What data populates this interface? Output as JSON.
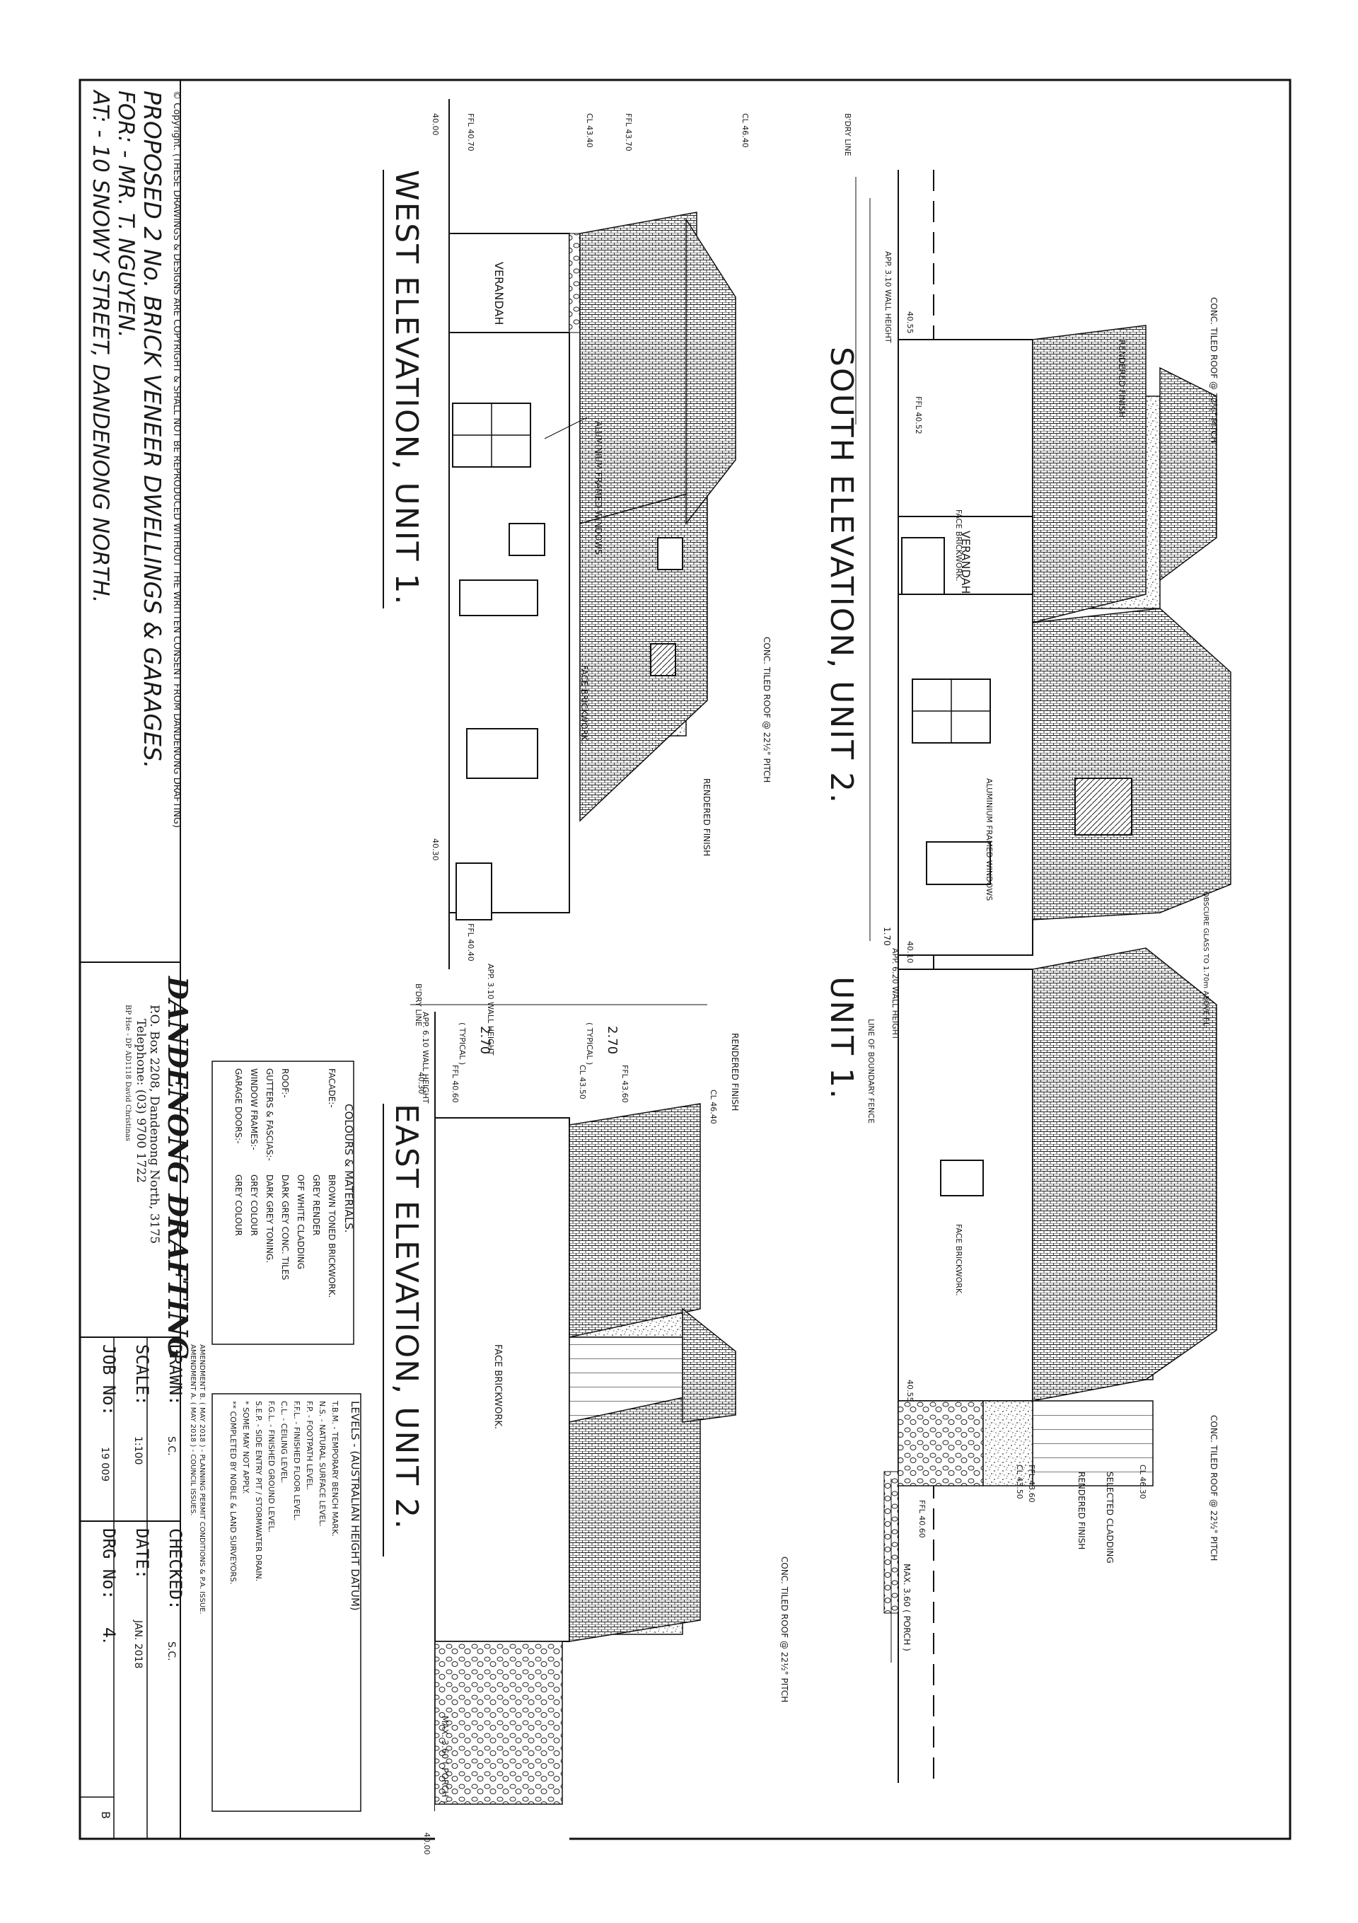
{
  "title_block": {
    "copyright": "© Copyright. (THESE DRAWINGS & DESIGNS ARE COPYRIGHT & SHALL NOT BE REPRODUCED WITHOUT THE WRITTEN CONSENT FROM DANDENONG DRAFTING)",
    "project_line1": "PROPOSED 2 No. BRICK VENEER DWELLINGS & GARAGES.",
    "project_line2": "FOR: - MR. T. NGUYEN.",
    "project_line3": "AT: - 10 SNOWY STREET, DANDENONG NORTH.",
    "firm_name": "DANDENONG DRAFTING",
    "firm_address": "P.O. Box 2208, Dandenong North, 3175",
    "firm_phone": "Telephone: (03) 9700 1722",
    "firm_reg": "BP Hse - DP AD1118 David Christinas",
    "drawn_label": "DRAWN:",
    "drawn_value": "S.C.",
    "checked_label": "CHECKED:",
    "checked_value": "S.C.",
    "scale_label": "SCALE:",
    "scale_value": "1:100",
    "date_label": "DATE:",
    "date_value": "JAN. 2018",
    "job_label": "JOB No:",
    "job_value": "19 009",
    "drg_label": "DRG No:",
    "drg_value": "4.",
    "rev_value": "B",
    "amend1": "AMENDMENT B. ( MAY 2018 ) - PLANNING PERMIT CONDITIONS & P.A. ISSUE.",
    "amend2": "AMENDMENT A. ( MAY 2018 ) - COUNCIL ISSUES."
  },
  "colours": {
    "heading": "COLOURS & MATERIALS.",
    "rows": [
      {
        "item": "FACADE:-",
        "value": "BROWN TONED BRICKWORK."
      },
      {
        "item": "",
        "value": "GREY RENDER"
      },
      {
        "item": "",
        "value": "OFF WHITE CLADDING"
      },
      {
        "item": "ROOF:-",
        "value": "DARK GREY CONC. TILES"
      },
      {
        "item": "GUTTERS & FASCIAS:-",
        "value": "DARK GREY TONING."
      },
      {
        "item": "WINDOW FRAMES:-",
        "value": "GREY COLOUR"
      },
      {
        "item": "GARAGE DOORS:-",
        "value": "GREY COLOUR"
      }
    ]
  },
  "levels": {
    "heading": "LEVELS - (AUSTRALIAN HEIGHT DATUM)",
    "rows": [
      "T.B.M. - TEMPORARY BENCH MARK.",
      "N.S. - NATURAL SURFACE LEVEL.",
      "F.P. - FOOTPATH LEVEL.",
      "F.F.L. - FINISHED FLOOR LEVEL.",
      "C.L. - CEILING LEVEL.",
      "F.G.L. - FINISHED GROUND LEVEL.",
      "S.E.P. - SIDE ENTRY PIT / STORMWATER DRAIN.",
      "* SOME MAY NOT APPLY.",
      "** COMPLETED BY NOBLE & LAND SURVEYORS."
    ]
  },
  "south": {
    "title": "SOUTH ELEVATION, UNIT 2.",
    "unit1": "UNIT 1.",
    "roof": "CONC. TILED ROOF @ 22½° PITCH",
    "roof2": "CONC. TILED ROOF @ 22½° PITCH",
    "render": "RENDERED FINISH",
    "veranda": "VERANDAH",
    "face_brick": "FACE BRICKWORK.",
    "face_brick2": "FACE BRICKWORK.",
    "alum": "ALUMINIUM FRAMED WINDOWS",
    "obscure": "OBSCURE GLASS TO 1.70m ABOVE F.L.",
    "boundary": "LINE OF BOUNDARY FENCE",
    "cladding": "SELECTED CLADDING",
    "render2": "RENDERED FINISH",
    "bdry": "B'DRY LINE",
    "wall310": "APP. 3.10 WALL HEIGHT",
    "wall620": "APP. 6.20 WALL HEIGHT",
    "dim170": "1.70",
    "porch": "MAX. 3.60 ( PORCH )",
    "ffl1": "FFL 40.52",
    "lvl1": "40.55",
    "lvl2": "40.10",
    "lvl3": "40.55",
    "cl": "CL 46.30",
    "ffl2": "FFL 43.60",
    "ffl3": "CL 43.50",
    "ffl4": "FFL 40.60"
  },
  "west": {
    "title": "WEST ELEVATION, UNIT 1.",
    "roof": "CONC. TILED ROOF @ 22½° PITCH",
    "render": "RENDERED FINISH",
    "veranda": "VERANDAH",
    "alum": "ALUMINIUM FRAMED WINDOWS",
    "face_brick": "FACE BRICKWORK.",
    "bdry": "B'DRY LINE",
    "wall310": "APP. 3.10 WALL HEIGHT",
    "cl1": "CL 46.40",
    "ffl1": "FFL 43.70",
    "cl2": "CL 43.40",
    "ffl2": "FFL 40.70",
    "lvl1": "40.00",
    "lvl2": "40.30",
    "ffl3": "FFL 40.40"
  },
  "east": {
    "title": "EAST ELEVATION, UNIT 2.",
    "roof": "CONC. TILED ROOF @ 22½° PITCH",
    "render": "RENDERED FINISH",
    "face_brick": "FACE BRICKWORK.",
    "wall60": "APP. 6.10 WALL HEIGHT",
    "dim1": "2.70",
    "dim1b": "( TYPICAL )",
    "dim2": "2.70",
    "dim2b": "( TYPICAL )",
    "cl1": "CL 46.40",
    "ffl1": "FFL 43.60",
    "cl2": "CL 43.50",
    "ffl2": "FFL 40.60",
    "lvl1": "40.30",
    "lvl2": "40.00",
    "porch": "MAX. 3.60 ( PORCH )"
  }
}
